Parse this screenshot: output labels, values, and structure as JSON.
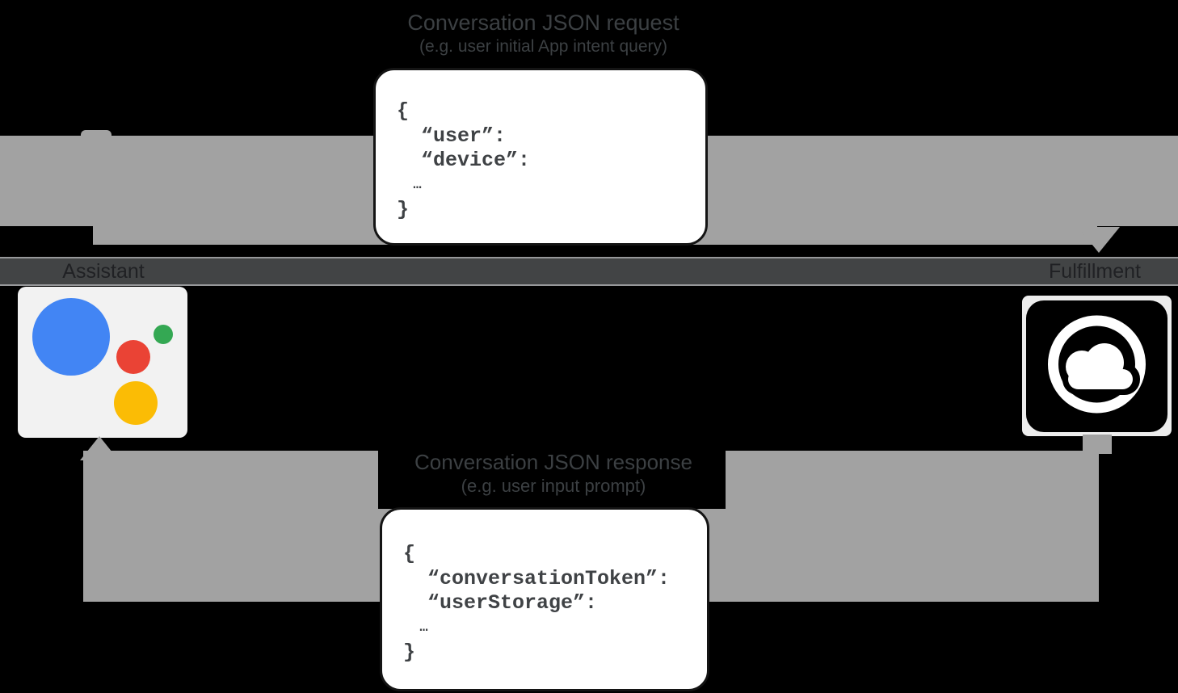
{
  "diagram": {
    "request": {
      "label_line1": "Conversation JSON request",
      "label_line2": "(e.g. user initial App intent query)",
      "code_lines": [
        "{",
        "  “user”:",
        "  “device”:",
        "  …",
        "}"
      ]
    },
    "response": {
      "label_line1": "Conversation JSON response",
      "label_line2": "(e.g. user input prompt)",
      "code_lines": [
        "{",
        "  “conversationToken”:",
        "  “userStorage”:",
        "  …",
        "}"
      ]
    },
    "actors": {
      "assistant": {
        "label": "Assistant",
        "icon": "google-assistant-logo"
      },
      "fulfillment": {
        "label": "Fulfillment",
        "icon": "cloud-icon"
      }
    },
    "colors": {
      "arrow_gray": "#a2a2a2",
      "label_strip": "#424445",
      "assistant_blue": "#4285f4",
      "assistant_red": "#ea4335",
      "assistant_green": "#34a853",
      "assistant_yellow": "#fbbc05",
      "card_background": "#ffffff",
      "code_text": "#3f4245"
    }
  }
}
